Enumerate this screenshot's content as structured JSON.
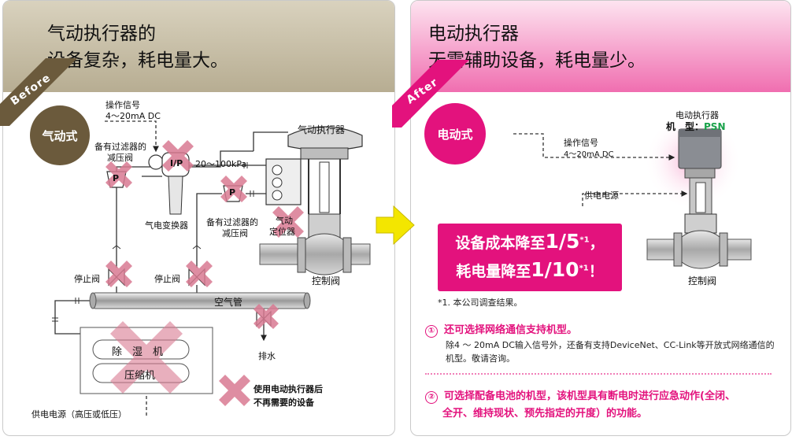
{
  "left_panel": {
    "headline_line1": "气动执行器的",
    "headline_line2": "设备复杂，耗电量大。",
    "ribbon": "Before",
    "type_badge": "气动式",
    "labels": {
      "signal": "操作信号",
      "signal_range": "4～20mA DC",
      "reducer_with_filter_1a": "备有过滤器的",
      "reducer_with_filter_1b": "减压阀",
      "ip": "I/P",
      "pressure": "20～100kPa",
      "pneumatic_actuator": "气动执行器",
      "converter": "气电变换器",
      "reducer_with_filter_2a": "备有过滤器的",
      "reducer_with_filter_2b": "减压阀",
      "positioner_a": "气动",
      "positioner_b": "定位器",
      "p_symbol": "P",
      "stop_valve_1": "停止阀",
      "stop_valve_2": "停止阀",
      "control_valve": "控制阀",
      "air_pipe": "空气管",
      "drain": "排水",
      "dehumidifier": "除　湿　机",
      "compressor": "压缩机",
      "power_supply": "供电电源（高压或低压）",
      "legend": "使用电动执行器后\n不再需要的设备"
    }
  },
  "right_panel": {
    "headline_line1": "电动执行器",
    "headline_line2": "无需辅助设备，耗电量少。",
    "ribbon": "After",
    "type_badge": "电动式",
    "actuator_title": "电动执行器",
    "model_label": "机　型：",
    "model_name": "PSN",
    "signal": "操作信号",
    "signal_range": "4～20mA DC",
    "power_supply": "供电电源",
    "control_valve": "控制阀",
    "cost_line_prefix": "设备成本降至",
    "cost_value": "1/5",
    "cost_sup": "*1",
    "cost_suffix": "，",
    "power_line_prefix": "耗电量降至",
    "power_value": "1/10",
    "power_sup": "*1",
    "power_suffix": "！",
    "footnote": "*1. 本公司调查结果。",
    "feature1_num": "①",
    "feature1_title": "还可选择网络通信支持机型。",
    "feature1_desc": "除4 ～ 20mA DC输入信号外，还备有支持DeviceNet、CC-Link等开放式网络通信的机型。敬请咨询。",
    "feature2_num": "②",
    "feature2_title": "可选择配备电池的机型，该机型具有断电时进行应急动作(全闭、",
    "feature2_line2": "全开、维持现状、预先指定的开度）的功能。"
  },
  "colors": {
    "before_brown": "#6b5a3c",
    "after_pink": "#e3127d",
    "cross_pink": "#d97a92",
    "arrow_yellow": "#f3e600",
    "model_green": "#19a24a"
  }
}
